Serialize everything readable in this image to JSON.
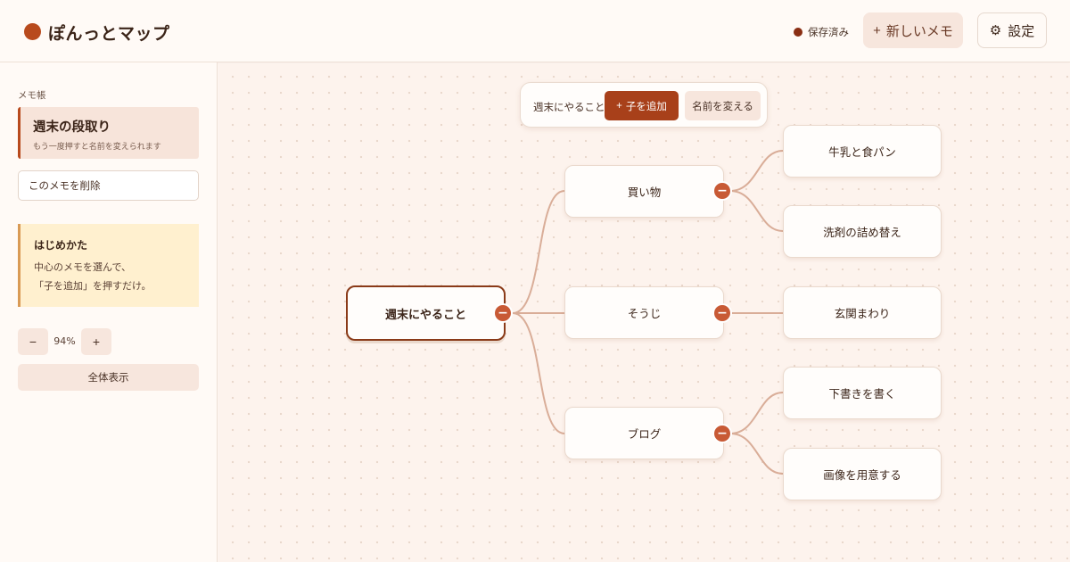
{
  "header": {
    "title": "ぽんっとマップ",
    "saved_status": "保存済み",
    "new_memo_label": "新しいメモ",
    "settings_label": "設定"
  },
  "sidebar": {
    "section_label": "メモ帳",
    "memo_title": "週末の段取り",
    "memo_hint": "もう一度押すと名前を変えられます",
    "delete_label": "このメモを削除",
    "howto": {
      "title": "はじめかた",
      "line1": "中心のメモを選んで、",
      "line2": "「子を追加」を押すだけ。"
    },
    "zoom": {
      "minus": "−",
      "value": "94%",
      "plus": "+"
    },
    "fit_label": "全体表示"
  },
  "toolbar": {
    "selected": "週末にやること",
    "add_child_label": "子を追加",
    "rename_label": "名前を変える"
  },
  "mindmap": {
    "root": "週末にやること",
    "branches": [
      {
        "label": "買い物",
        "children": [
          "牛乳と食パン",
          "洗剤の詰め替え"
        ]
      },
      {
        "label": "そうじ",
        "children": [
          "玄関まわり"
        ]
      },
      {
        "label": "ブログ",
        "children": [
          "下書きを書く",
          "画像を用意する"
        ]
      }
    ]
  },
  "colors": {
    "accent": "#b84a1d",
    "accent_dark": "#a8401a",
    "collapse_button": "#c85a35",
    "link": "#d9ad98",
    "canvas_bg": "#fdf3ed"
  }
}
